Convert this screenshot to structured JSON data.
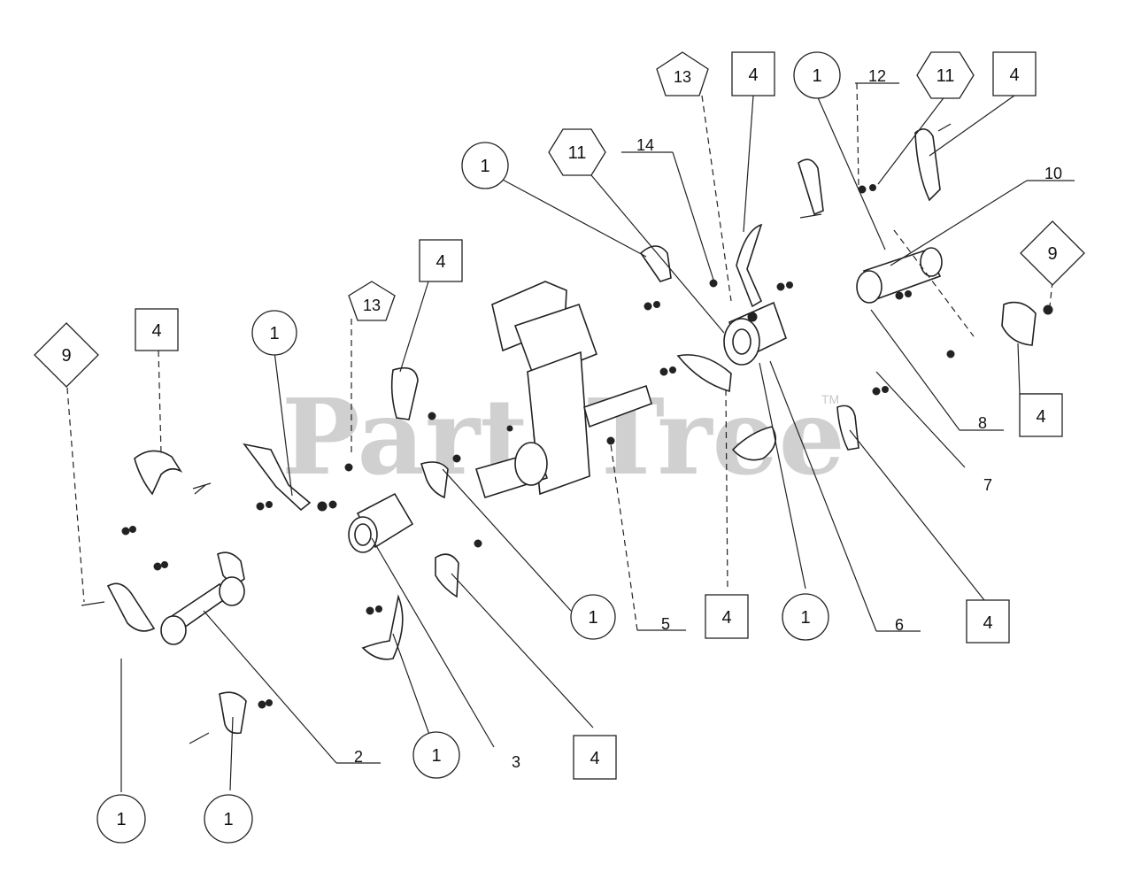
{
  "watermark": {
    "text": "PartsTree",
    "tm": "TM"
  },
  "callouts": [
    {
      "label": "1"
    },
    {
      "label": "1"
    },
    {
      "label": "1"
    },
    {
      "label": "1"
    },
    {
      "label": "1"
    },
    {
      "label": "1"
    },
    {
      "label": "1"
    },
    {
      "label": "1"
    },
    {
      "label": "1"
    },
    {
      "label": "4"
    },
    {
      "label": "4"
    },
    {
      "label": "4"
    },
    {
      "label": "4"
    },
    {
      "label": "4"
    },
    {
      "label": "4"
    },
    {
      "label": "4"
    },
    {
      "label": "4"
    },
    {
      "label": "9"
    },
    {
      "label": "9"
    },
    {
      "label": "13"
    },
    {
      "label": "13"
    },
    {
      "label": "11"
    },
    {
      "label": "11"
    },
    {
      "label": "2"
    },
    {
      "label": "3"
    },
    {
      "label": "5"
    },
    {
      "label": "6"
    },
    {
      "label": "7"
    },
    {
      "label": "8"
    },
    {
      "label": "10"
    },
    {
      "label": "12"
    },
    {
      "label": "14"
    }
  ]
}
